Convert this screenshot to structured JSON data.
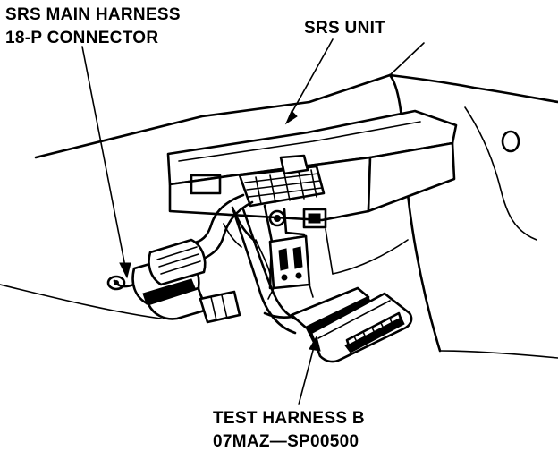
{
  "labels": {
    "main_harness_line1": "SRS MAIN HARNESS",
    "main_harness_line2": "18-P CONNECTOR",
    "srs_unit": "SRS UNIT",
    "test_harness_line1": "TEST HARNESS B",
    "test_harness_line2": "07MAZ—SP00500"
  }
}
